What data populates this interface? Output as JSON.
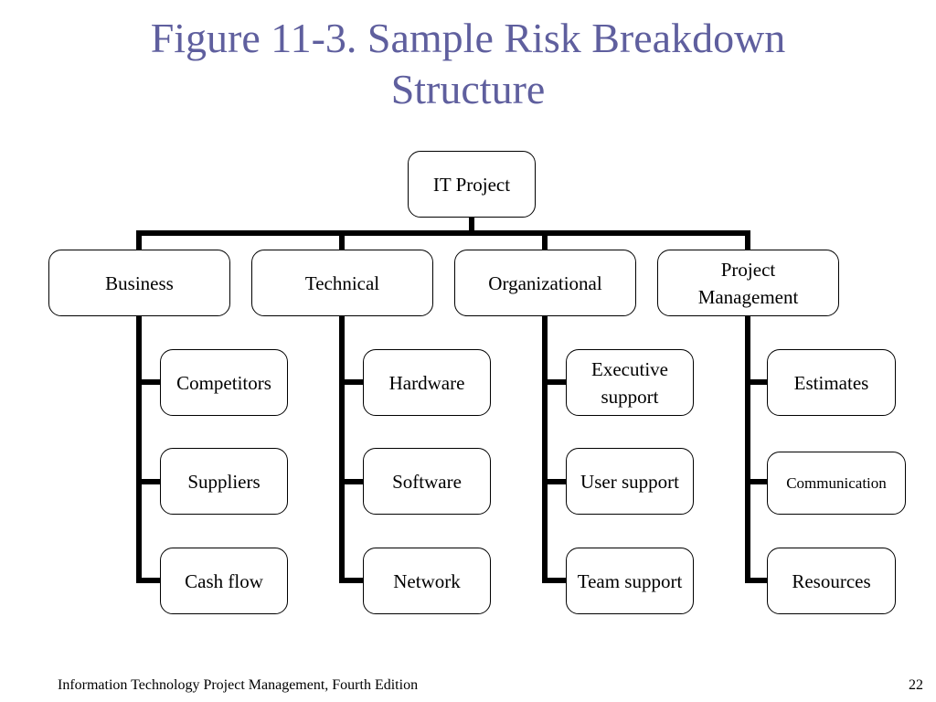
{
  "title": {
    "line1": "Figure 11-3. Sample Risk Breakdown",
    "line2": "Structure"
  },
  "root": {
    "label": "IT Project"
  },
  "categories": [
    {
      "label": "Business",
      "children": [
        "Competitors",
        "Suppliers",
        "Cash flow"
      ]
    },
    {
      "label": "Technical",
      "children": [
        "Hardware",
        "Software",
        "Network"
      ]
    },
    {
      "label": "Organizational",
      "children": [
        "Executive support",
        "User support",
        "Team support"
      ]
    },
    {
      "label": "Project Management",
      "children": [
        "Estimates",
        "Communication",
        "Resources"
      ]
    }
  ],
  "footer": {
    "source": "Information Technology Project Management, Fourth Edition",
    "page_number": "22"
  }
}
